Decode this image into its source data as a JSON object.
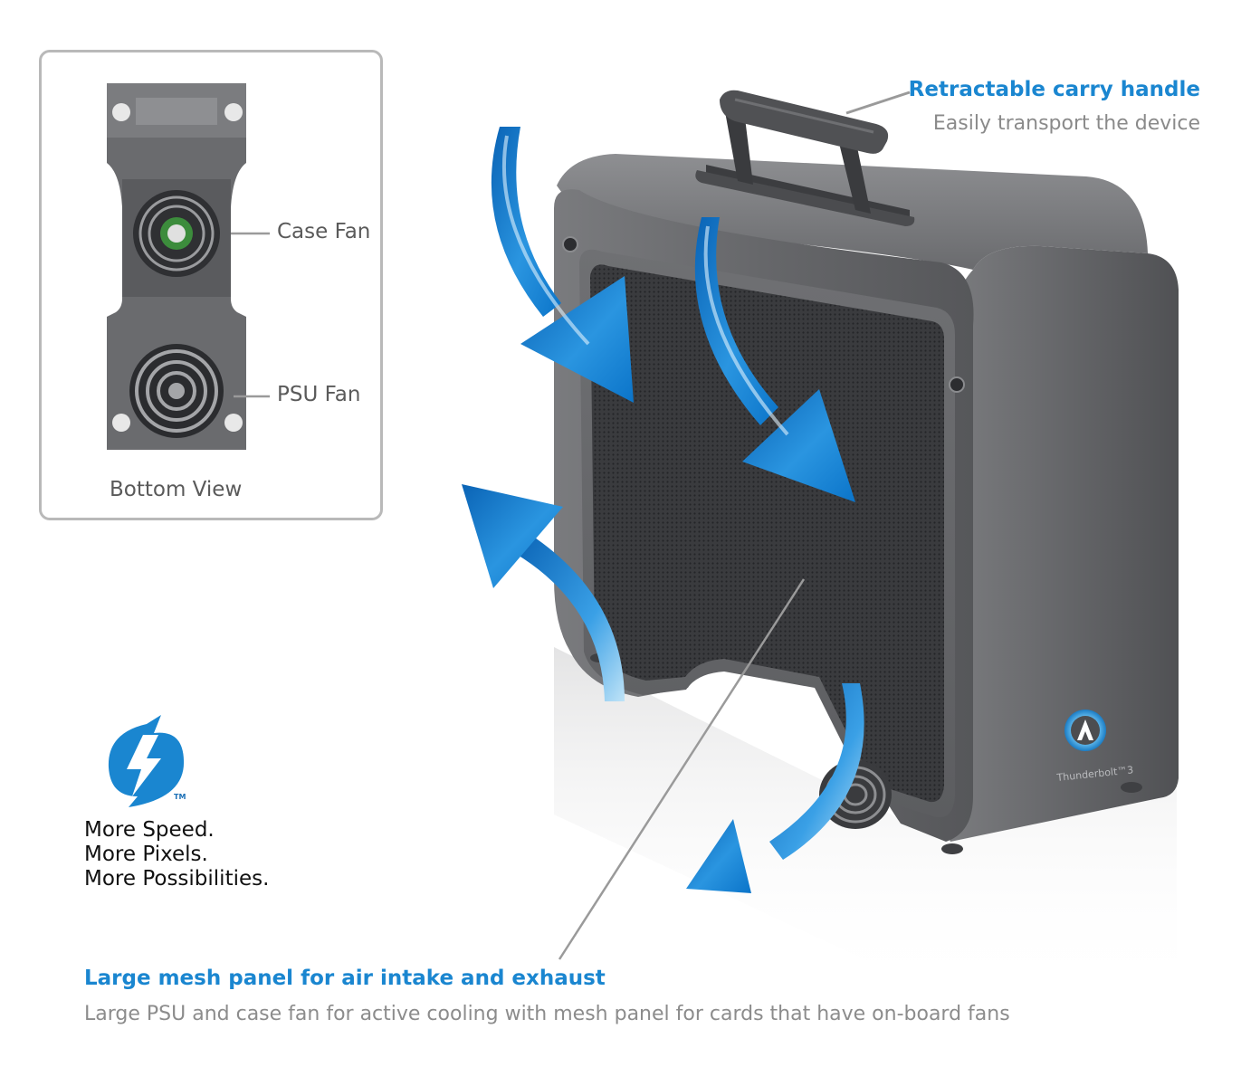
{
  "bottom_view": {
    "case_fan_label": "Case Fan",
    "psu_fan_label": "PSU Fan",
    "caption": "Bottom View"
  },
  "handle": {
    "title": "Retractable carry handle",
    "subtitle": "Easily transport the device"
  },
  "thunderbolt": {
    "tagline_1": "More Speed.",
    "tagline_2": "More Pixels.",
    "tagline_3": "More Possibilities.",
    "trademark": "TM"
  },
  "device": {
    "port_label": "Thunderbolt™3"
  },
  "mesh": {
    "title": "Large mesh panel for air intake and exhaust",
    "subtitle": "Large PSU and case fan for active cooling with mesh panel for cards that have on-board fans"
  },
  "colors": {
    "accent_blue": "#1a86d0",
    "device_gray": "#5f6063",
    "caption_gray": "#8a8a8a"
  }
}
